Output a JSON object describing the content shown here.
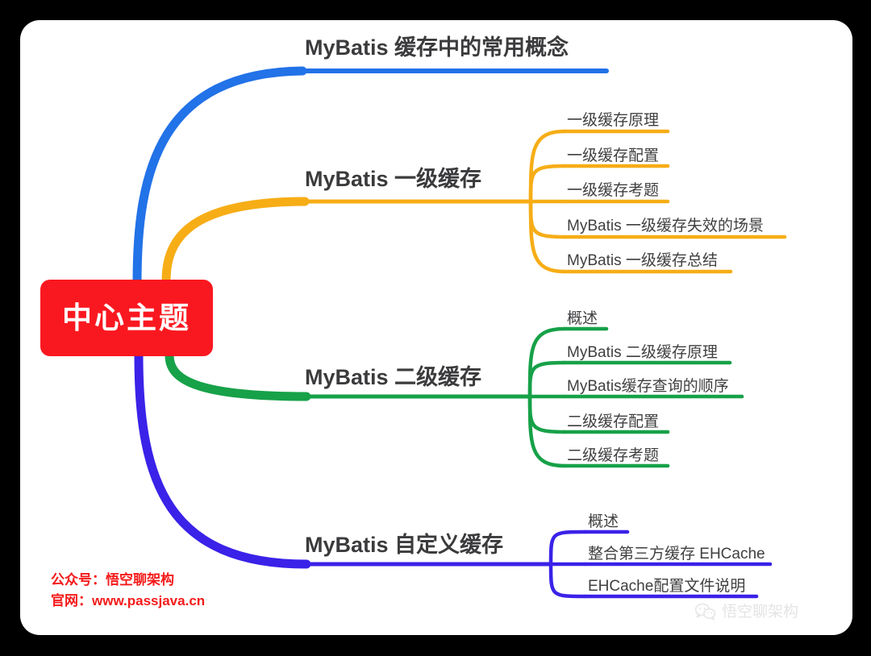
{
  "theme": {
    "page_background": "#000000",
    "card_background": "#ffffff",
    "center_color": "#fa1820",
    "topic_text_color": "#3b3b3d",
    "sub_text_color": "#3f3f41",
    "branch_colors": [
      "#2272e8",
      "#f6ad16",
      "#17a148",
      "#3a22e8"
    ]
  },
  "center": {
    "label": "中心主题"
  },
  "branches": [
    {
      "id": "concepts",
      "color": "#2272e8",
      "title": "MyBatis 缓存中的常用概念",
      "children": []
    },
    {
      "id": "first-level-cache",
      "color": "#f6ad16",
      "title": "MyBatis 一级缓存",
      "children": [
        "一级缓存原理",
        "一级缓存配置",
        "一级缓存考题",
        "MyBatis 一级缓存失效的场景",
        "MyBatis 一级缓存总结"
      ]
    },
    {
      "id": "second-level-cache",
      "color": "#17a148",
      "title": "MyBatis 二级缓存",
      "children": [
        "概述",
        "MyBatis 二级缓存原理",
        "MyBatis缓存查询的顺序",
        "二级缓存配置",
        "二级缓存考题"
      ]
    },
    {
      "id": "custom-cache",
      "color": "#3a22e8",
      "title": "MyBatis 自定义缓存",
      "children": [
        "概述",
        "整合第三方缓存 EHCache",
        "EHCache配置文件说明"
      ]
    }
  ],
  "watermark_left": {
    "line1": "公众号：悟空聊架构",
    "line2": "官网：www.passjava.cn"
  },
  "watermark_right": {
    "icon": "wechat-icon",
    "label": "悟空聊架构"
  }
}
